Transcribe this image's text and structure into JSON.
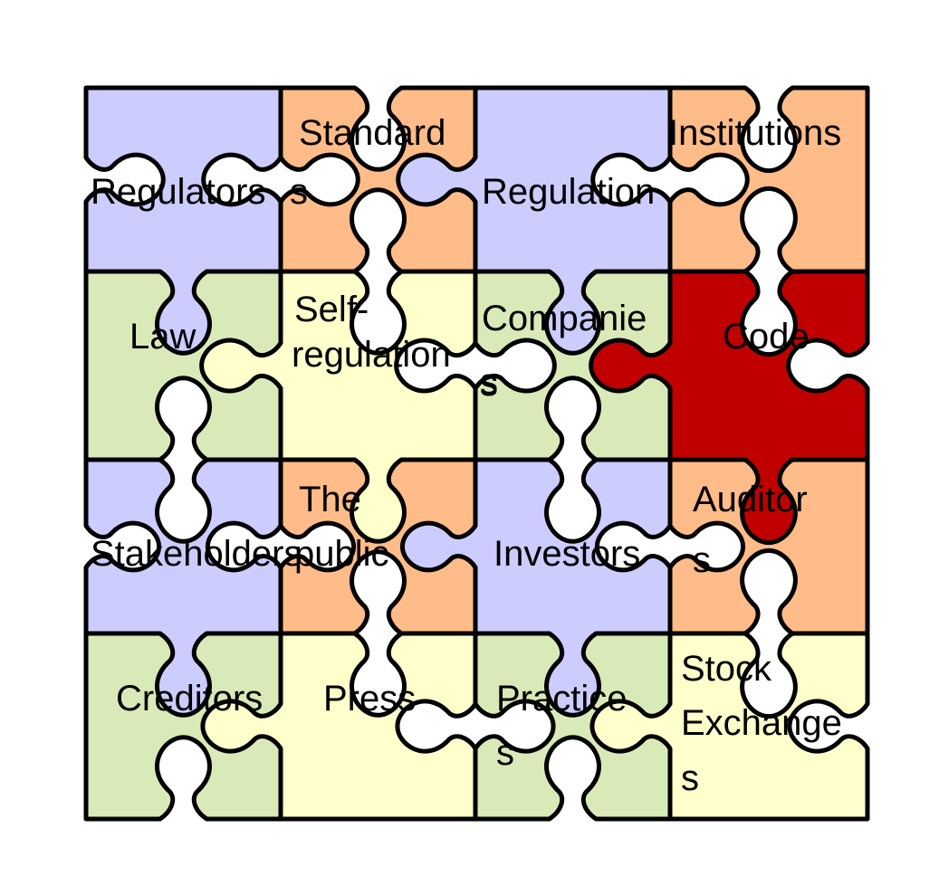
{
  "colors": {
    "lavender": "#CCCCFF",
    "orange": "#FFBB88",
    "green": "#D9EAB8",
    "cream": "#FFFFCC",
    "red": "#C00000",
    "outline": "#000000"
  },
  "pieces": [
    {
      "lines": [
        "Regulators"
      ],
      "color": "lavender"
    },
    {
      "lines": [
        "Standard",
        "s"
      ],
      "color": "orange"
    },
    {
      "lines": [
        "Regulation"
      ],
      "color": "lavender"
    },
    {
      "lines": [
        "Institutions"
      ],
      "color": "orange"
    },
    {
      "lines": [
        "Law"
      ],
      "color": "green"
    },
    {
      "lines": [
        "Self-",
        "regulation",
        "s"
      ],
      "color": "cream"
    },
    {
      "lines": [
        "Companie",
        "s"
      ],
      "color": "green"
    },
    {
      "lines": [
        "Code"
      ],
      "color": "red"
    },
    {
      "lines": [
        "Stakeholders"
      ],
      "color": "lavender"
    },
    {
      "lines": [
        "The",
        "public"
      ],
      "color": "orange"
    },
    {
      "lines": [
        "Investors"
      ],
      "color": "lavender"
    },
    {
      "lines": [
        "Auditor",
        "s"
      ],
      "color": "orange"
    },
    {
      "lines": [
        "Creditors"
      ],
      "color": "green"
    },
    {
      "lines": [
        "Press"
      ],
      "color": "cream"
    },
    {
      "lines": [
        "Practice",
        "s"
      ],
      "color": "green"
    },
    {
      "lines": [
        "Stock",
        "Exchange",
        "s"
      ],
      "color": "cream"
    }
  ]
}
